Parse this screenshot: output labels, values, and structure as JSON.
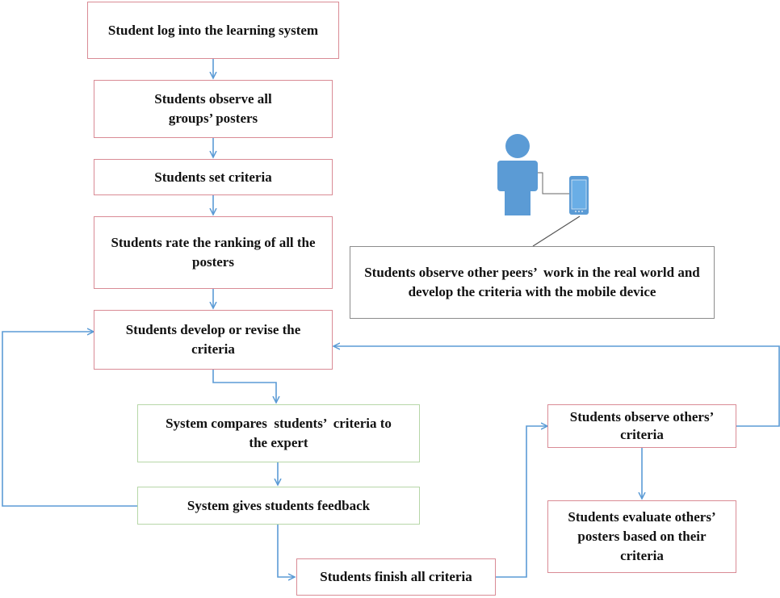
{
  "nodes": {
    "login": "Student log into the learning system",
    "observe_posters": "Students observe all groups’ posters",
    "set_criteria": "Students set criteria",
    "rate_ranking": "Students rate the ranking of all the posters",
    "develop_revise": "Students develop or revise the criteria",
    "system_compares": "System compares  students’  criteria to the expert",
    "system_feedback": "System gives students feedback",
    "finish_criteria": "Students finish all criteria",
    "observe_others_criteria": "Students observe others’ criteria",
    "evaluate_posters": "Students evaluate others’ posters based on their criteria",
    "real_world": "Students observe other peers’  work in the real world and develop the criteria with the mobile device"
  },
  "icons": {
    "person": "person-icon",
    "phone": "mobile-phone-icon"
  },
  "colors": {
    "arrow": "#5b9bd5",
    "red_border": "#d98b95",
    "green_border": "#b7d7a8",
    "person": "#5b9bd5"
  }
}
